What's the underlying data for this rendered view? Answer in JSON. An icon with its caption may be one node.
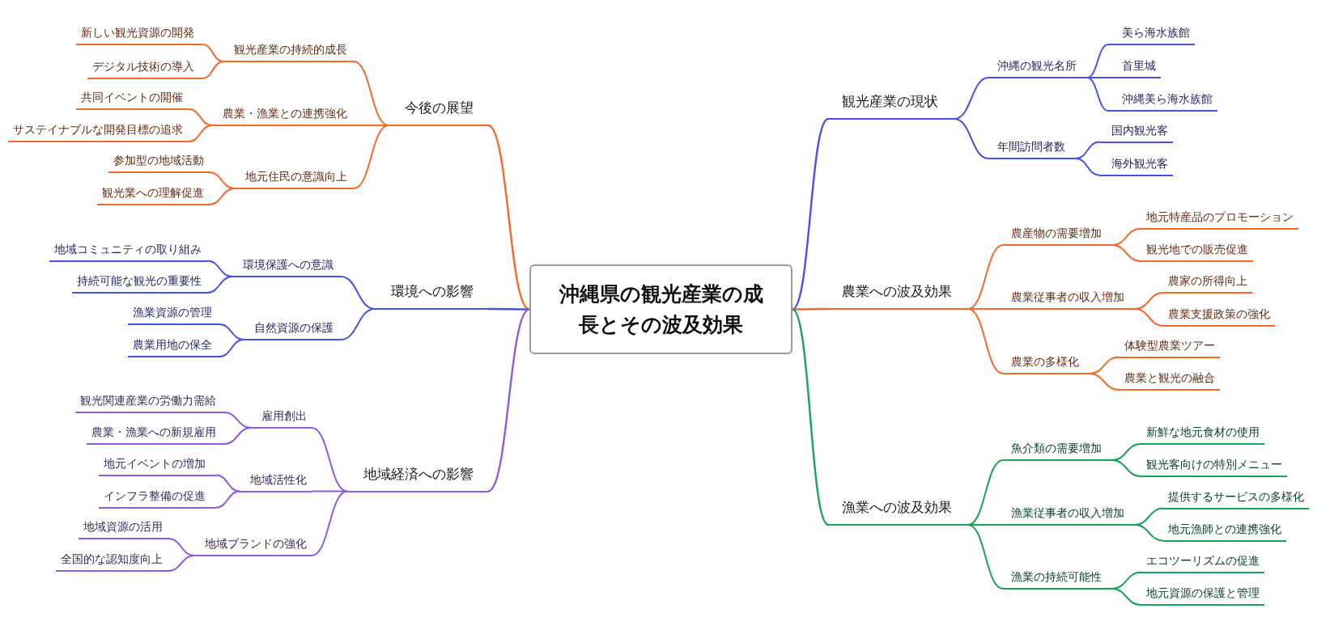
{
  "diagram": {
    "nodes": [
      {
        "text": [
          "沖縄県の観光産業の成長とその波及効果"
        ]
      },
      {
        "text": [
          "観光産業の現状"
        ]
      },
      {
        "text": [
          "沖縄の観光名所"
        ]
      },
      {
        "text": [
          "美ら海水族館"
        ]
      },
      {
        "text": [
          "首里城"
        ]
      },
      {
        "text": [
          "沖縄美ら海水族館"
        ]
      },
      {
        "text": [
          "年間訪問者数"
        ]
      },
      {
        "text": [
          "国内観光客"
        ]
      },
      {
        "text": [
          "海外観光客"
        ]
      },
      {
        "text": [
          "農業への波及効果"
        ]
      },
      {
        "text": [
          "農産物の需要増加"
        ]
      },
      {
        "text": [
          "地元特産品のプロモーション"
        ]
      },
      {
        "text": [
          "観光地での販売促進"
        ]
      },
      {
        "text": [
          "農業従事者の収入増加"
        ]
      },
      {
        "text": [
          "農家の所得向上"
        ]
      },
      {
        "text": [
          "農業支援政策の強化"
        ]
      },
      {
        "text": [
          "農業の多様化"
        ]
      },
      {
        "text": [
          "体験型農業ツアー"
        ]
      },
      {
        "text": [
          "農業と観光の融合"
        ]
      },
      {
        "text": [
          "漁業への波及効果"
        ]
      },
      {
        "text": [
          "魚介類の需要増加"
        ]
      },
      {
        "text": [
          "新鮮な地元食材の使用"
        ]
      },
      {
        "text": [
          "観光客向けの特別メニュー"
        ]
      },
      {
        "text": [
          "漁業従事者の収入増加"
        ]
      },
      {
        "text": [
          "提供するサービスの多様化"
        ]
      },
      {
        "text": [
          "地元漁師との連携強化"
        ]
      },
      {
        "text": [
          "漁業の持続可能性"
        ]
      },
      {
        "text": [
          "エコツーリズムの促進"
        ]
      },
      {
        "text": [
          "地元資源の保護と管理"
        ]
      },
      {
        "text": [
          "今後の展望"
        ]
      },
      {
        "text": [
          "観光産業の持続的成長"
        ]
      },
      {
        "text": [
          "新しい観光資源の開発"
        ]
      },
      {
        "text": [
          "デジタル技術の導入"
        ]
      },
      {
        "text": [
          "農業・漁業との連携強化"
        ]
      },
      {
        "text": [
          "共同イベントの開催"
        ]
      },
      {
        "text": [
          "サステイナブルな開発目標の追求"
        ]
      },
      {
        "text": [
          "地元住民の意識向上"
        ]
      },
      {
        "text": [
          "参加型の地域活動"
        ]
      },
      {
        "text": [
          "観光業への理解促進"
        ]
      },
      {
        "text": [
          "環境への影響"
        ]
      },
      {
        "text": [
          "環境保護への意識"
        ]
      },
      {
        "text": [
          "地域コミュニティの取り組み"
        ]
      },
      {
        "text": [
          "持続可能な観光の重要性"
        ]
      },
      {
        "text": [
          "自然資源の保護"
        ]
      },
      {
        "text": [
          "漁業資源の管理"
        ]
      },
      {
        "text": [
          "農業用地の保全"
        ]
      },
      {
        "text": [
          "地域経済への影響"
        ]
      },
      {
        "text": [
          "雇用創出"
        ]
      },
      {
        "text": [
          "観光関連産業の労働力需給"
        ]
      },
      {
        "text": [
          "農業・漁業への新規雇用"
        ]
      },
      {
        "text": [
          "地域活性化"
        ]
      },
      {
        "text": [
          "地元イベントの増加"
        ]
      },
      {
        "text": [
          "インフラ整備の促進"
        ]
      },
      {
        "text": [
          "地域ブランドの強化"
        ]
      },
      {
        "text": [
          "地域資源の活用"
        ]
      },
      {
        "text": [
          "全国的な認知度向上"
        ]
      }
    ],
    "edges": [
      {
        "from": 0,
        "to": 1,
        "arrow": "none",
        "color": "#4653e6"
      },
      {
        "from": 1,
        "to": 2,
        "arrow": "none",
        "color": "#4653e6"
      },
      {
        "from": 2,
        "to": 3,
        "arrow": "none",
        "color": "#4653e6"
      },
      {
        "from": 2,
        "to": 4,
        "arrow": "none",
        "color": "#4653e6"
      },
      {
        "from": 2,
        "to": 5,
        "arrow": "none",
        "color": "#4653e6"
      },
      {
        "from": 1,
        "to": 6,
        "arrow": "none",
        "color": "#4653e6"
      },
      {
        "from": 6,
        "to": 7,
        "arrow": "none",
        "color": "#4653e6"
      },
      {
        "from": 6,
        "to": 8,
        "arrow": "none",
        "color": "#4653e6"
      },
      {
        "from": 0,
        "to": 9,
        "arrow": "none"
      },
      {
        "from": 9,
        "to": 10,
        "arrow": "none"
      },
      {
        "from": 10,
        "to": 11,
        "arrow": "none"
      },
      {
        "from": 10,
        "to": 12,
        "arrow": "none"
      },
      {
        "from": 9,
        "to": 13,
        "arrow": "none"
      },
      {
        "from": 13,
        "to": 14,
        "arrow": "none"
      },
      {
        "from": 13,
        "to": 15,
        "arrow": "none"
      },
      {
        "from": 9,
        "to": 16,
        "arrow": "none"
      },
      {
        "from": 16,
        "to": 17,
        "arrow": "none"
      },
      {
        "from": 16,
        "to": 18,
        "arrow": "none"
      },
      {
        "from": 0,
        "to": 19,
        "arrow": "none",
        "color": "#17a35a"
      },
      {
        "from": 19,
        "to": 20,
        "arrow": "none",
        "color": "#17a35a"
      },
      {
        "from": 20,
        "to": 21,
        "arrow": "none",
        "color": "#17a35a"
      },
      {
        "from": 20,
        "to": 22,
        "arrow": "none",
        "color": "#17a35a"
      },
      {
        "from": 19,
        "to": 23,
        "arrow": "none",
        "color": "#17a35a"
      },
      {
        "from": 23,
        "to": 24,
        "arrow": "none",
        "color": "#17a35a"
      },
      {
        "from": 23,
        "to": 25,
        "arrow": "none",
        "color": "#17a35a"
      },
      {
        "from": 19,
        "to": 26,
        "arrow": "none",
        "color": "#17a35a"
      },
      {
        "from": 26,
        "to": 27,
        "arrow": "none",
        "color": "#17a35a"
      },
      {
        "from": 26,
        "to": 28,
        "arrow": "none",
        "color": "#17a35a"
      },
      {
        "from": 0,
        "to": 29,
        "arrow": "none"
      },
      {
        "from": 29,
        "to": 30,
        "arrow": "none"
      },
      {
        "from": 30,
        "to": 31,
        "arrow": "none"
      },
      {
        "from": 30,
        "to": 32,
        "arrow": "none"
      },
      {
        "from": 29,
        "to": 33,
        "arrow": "none"
      },
      {
        "from": 33,
        "to": 34,
        "arrow": "none"
      },
      {
        "from": 33,
        "to": 35,
        "arrow": "none"
      },
      {
        "from": 29,
        "to": 36,
        "arrow": "none"
      },
      {
        "from": 36,
        "to": 37,
        "arrow": "none"
      },
      {
        "from": 36,
        "to": 38,
        "arrow": "none"
      },
      {
        "from": 0,
        "to": 39,
        "arrow": "none",
        "color": "#4653e6"
      },
      {
        "from": 39,
        "to": 40,
        "arrow": "none",
        "color": "#4653e6"
      },
      {
        "from": 40,
        "to": 41,
        "arrow": "none",
        "color": "#4653e6"
      },
      {
        "from": 40,
        "to": 42,
        "arrow": "none",
        "color": "#4653e6"
      },
      {
        "from": 39,
        "to": 43,
        "arrow": "none",
        "color": "#4653e6"
      },
      {
        "from": 43,
        "to": 44,
        "arrow": "none",
        "color": "#4653e6"
      },
      {
        "from": 43,
        "to": 45,
        "arrow": "none",
        "color": "#4653e6"
      },
      {
        "from": 0,
        "to": 46,
        "arrow": "none",
        "color": "#8e5ce0"
      },
      {
        "from": 46,
        "to": 47,
        "arrow": "none",
        "color": "#8e5ce0"
      },
      {
        "from": 47,
        "to": 48,
        "arrow": "none",
        "color": "#8e5ce0"
      },
      {
        "from": 47,
        "to": 49,
        "arrow": "none",
        "color": "#8e5ce0"
      },
      {
        "from": 46,
        "to": 50,
        "arrow": "none",
        "color": "#8e5ce0"
      },
      {
        "from": 50,
        "to": 51,
        "arrow": "none",
        "color": "#8e5ce0"
      },
      {
        "from": 50,
        "to": 52,
        "arrow": "none",
        "color": "#8e5ce0"
      },
      {
        "from": 46,
        "to": 53,
        "arrow": "none",
        "color": "#8e5ce0"
      },
      {
        "from": 53,
        "to": 54,
        "arrow": "none",
        "color": "#8e5ce0"
      },
      {
        "from": 53,
        "to": 55,
        "arrow": "none",
        "color": "#8e5ce0"
      }
    ]
  }
}
